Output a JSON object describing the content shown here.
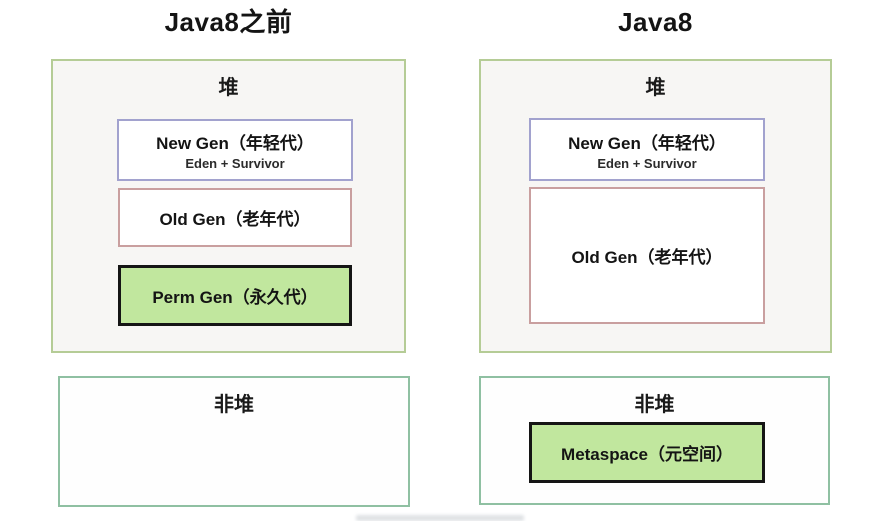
{
  "panels": [
    {
      "title": "Java8之前",
      "heap": {
        "label": "堆",
        "new_gen": {
          "name": "New Gen（年轻代）",
          "sub": "Eden + Survivor"
        },
        "old_gen": {
          "name": "Old Gen（老年代）"
        },
        "perm_gen": {
          "name": "Perm Gen（永久代）"
        }
      },
      "non_heap": {
        "label": "非堆"
      }
    },
    {
      "title": "Java8",
      "heap": {
        "label": "堆",
        "new_gen": {
          "name": "New Gen（年轻代）",
          "sub": "Eden + Survivor"
        },
        "old_gen": {
          "name": "Old Gen（老年代）"
        }
      },
      "non_heap": {
        "label": "非堆",
        "metaspace": {
          "name": "Metaspace（元空间）"
        }
      }
    }
  ],
  "colors": {
    "heap_bg": "#f7f6f4",
    "heap_border": "#b5cc96",
    "nonheap_border": "#8fc0a2",
    "newgen_border": "#a2a2ce",
    "oldgen_border": "#c99f9f",
    "highlight_fill": "#c1e79e",
    "highlight_border": "#151515"
  }
}
